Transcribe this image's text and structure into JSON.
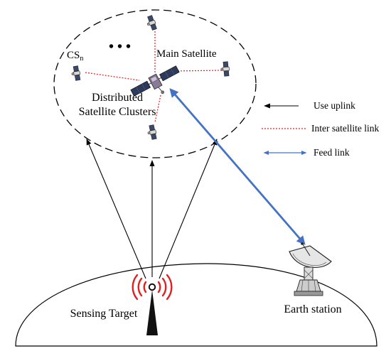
{
  "cluster": {
    "label_line1": "Distributed",
    "label_line2": "Satellite Clusters",
    "cs_label": "CS",
    "cs_subscript": "n",
    "ellipsis": "• • •"
  },
  "main_satellite_label": "Main Satellite",
  "legend": {
    "uplink": "Use uplink",
    "inter_satellite": "Inter satellite link",
    "feed": "Feed link"
  },
  "ground": {
    "sensing_target": "Sensing Target",
    "earth_station": "Earth station"
  },
  "colors": {
    "uplink": "#000000",
    "inter_satellite": "#e02020",
    "feed": "#4472c4",
    "signal": "#e02020"
  }
}
